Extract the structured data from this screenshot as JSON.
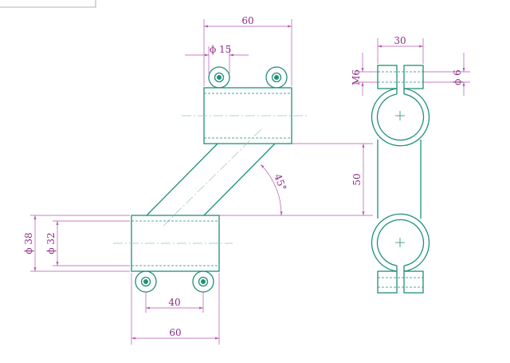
{
  "dimensions": {
    "top_width": "60",
    "bolt_dia": "ϕ 15",
    "side_width": "30",
    "thread": "M6",
    "hole_dia": "ϕ 6",
    "offset": "50",
    "angle": "45°",
    "outer_dia": "ϕ 38",
    "inner_dia": "ϕ 32",
    "bolt_spacing": "40",
    "bottom_width": "60"
  },
  "colors": {
    "part": "#1f8f7a",
    "dimension": "#b455b0",
    "dimension_text": "#8a2c86",
    "centerline": "#8fc9bd"
  }
}
